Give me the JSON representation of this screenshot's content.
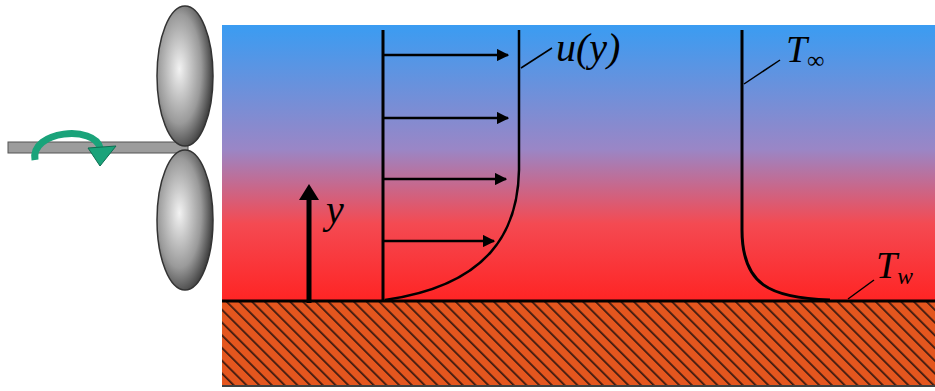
{
  "diagram": {
    "labels": [
      "u(y)",
      "T∞",
      "Tw",
      "y"
    ]
  }
}
